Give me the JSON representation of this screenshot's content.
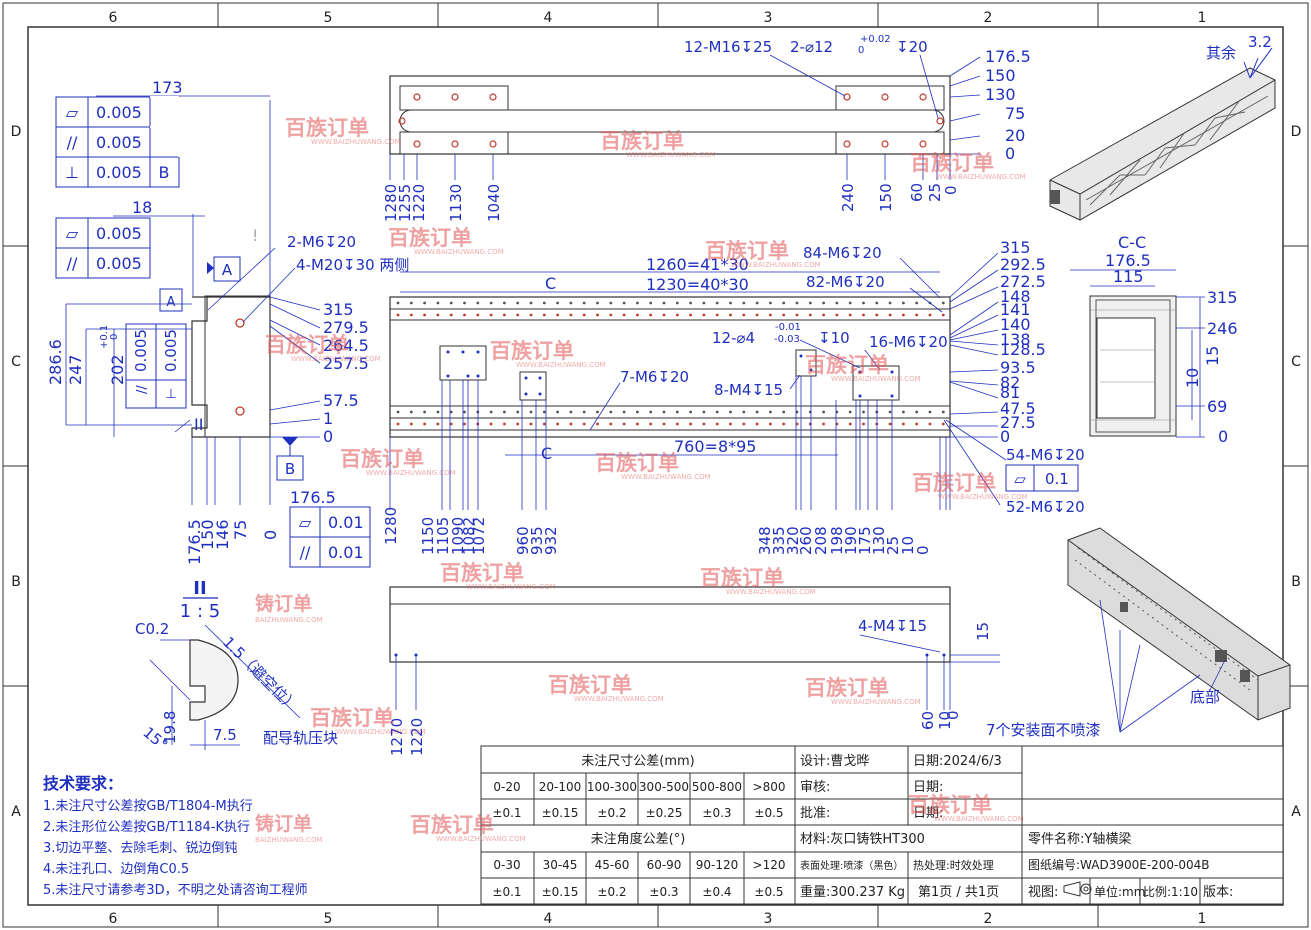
{
  "zones": {
    "top": [
      "6",
      "5",
      "4",
      "3",
      "2",
      "1"
    ],
    "side": [
      "D",
      "C",
      "B",
      "A"
    ]
  },
  "watermark": {
    "brand": "百族订单",
    "url": "WWW.BAIZHUWANG.COM",
    "partial": "铸订单",
    "site": "BAIZHUWANG.COM"
  },
  "top_view": {
    "callouts": [
      "12-M16↧25",
      "2-⌀12",
      "+0.02",
      "0",
      "↧20"
    ],
    "right_dims": [
      "176.5",
      "150",
      "130",
      "75",
      "20",
      "0"
    ],
    "bottom_dims": [
      "1280",
      "1255",
      "1220",
      "1130",
      "1040",
      "240",
      "150",
      "60",
      "25",
      "0"
    ]
  },
  "left_view": {
    "gdt1": [
      {
        "sym": "▱",
        "val": "0.005",
        "ref": ""
      },
      {
        "sym": "//",
        "val": "0.005",
        "ref": ""
      },
      {
        "sym": "⊥",
        "val": "0.005",
        "ref": "B"
      }
    ],
    "gdt2": [
      {
        "sym": "▱",
        "val": "0.005"
      },
      {
        "sym": "//",
        "val": "0.005"
      }
    ],
    "gdt3": [
      {
        "sym": "▱",
        "val": "0.01"
      },
      {
        "sym": "//",
        "val": "0.01"
      }
    ],
    "gdt_vertical": [
      "0.005",
      "0.005"
    ],
    "dim_173": "173",
    "dim_18": "18",
    "dim_176": "176.5",
    "callouts": [
      "2-M6↧20",
      "4-M20↧30 两侧"
    ],
    "datum_a": "A",
    "datum_b": "B",
    "mark_ii": "II",
    "left_dims": [
      "286.6",
      "247",
      "202",
      "+0.1",
      "0"
    ],
    "right_dims": [
      "315",
      "279.5",
      "264.5",
      "257.5",
      "57.5",
      "1",
      "0"
    ],
    "bottom_dims": [
      "176.5",
      "150",
      "146",
      "75",
      "0"
    ],
    "excl": "!"
  },
  "front_view": {
    "callouts": [
      "1260=41*30",
      "1230=40*30",
      "84-M6↧20",
      "82-M6↧20",
      "12-⌀4",
      "-0.01",
      "-0.03",
      "↧10",
      "16-M6↧20",
      "7-M6↧20",
      "8-M4↧15",
      "760=8*95",
      "54-M6↧20",
      "52-M6↧20"
    ],
    "section_mark": "C",
    "flatness": {
      "sym": "▱",
      "val": "0.1"
    },
    "right_dims": [
      "315",
      "292.5",
      "272.5",
      "148",
      "141",
      "140",
      "138",
      "128.5",
      "93.5",
      "82",
      "81",
      "47.5",
      "27.5",
      "0"
    ],
    "bottom_dims": [
      "1280",
      "1150",
      "1105",
      "1090",
      "1082",
      "1072",
      "960",
      "935",
      "932",
      "348",
      "335",
      "320",
      "260",
      "208",
      "198",
      "190",
      "175",
      "130",
      "25",
      "10",
      "0"
    ]
  },
  "bottom_view": {
    "callout": "4-M4↧15",
    "dim": "15",
    "bottom_dims": [
      "1270",
      "1220",
      "60",
      "10",
      "0"
    ]
  },
  "section_cc": {
    "title": "C-C",
    "dims_top": [
      "176.5",
      "115"
    ],
    "right_dims": [
      "315",
      "246",
      "15",
      "10",
      "69",
      "0"
    ]
  },
  "detail": {
    "mark": "II",
    "scale": "1 : 5",
    "labels": [
      "C0.2",
      "1.5（避空位）",
      "15°",
      "19.8",
      "7.5",
      "配导轨压块"
    ]
  },
  "iso": {
    "rest": "其余",
    "roughness": "3.2",
    "bottom": "底部",
    "note": "7个安装面不喷漆"
  },
  "tech_req": {
    "title": "技术要求：",
    "items": [
      "1.未注尺寸公差按GB/T1804-M执行",
      "2.未注形位公差按GB/T1184-K执行",
      "3.切边平整、去除毛刺、锐边倒钝",
      "4.未注孔口、边倒角C0.5",
      "5.未注尺寸请参考3D，不明之处请咨询工程师"
    ]
  },
  "title_block": {
    "lin_title": "未注尺寸公差(mm)",
    "lin_ranges": [
      "0-20",
      "20-100",
      "100-300",
      "300-500",
      "500-800",
      ">800"
    ],
    "lin_tol": [
      "±0.1",
      "±0.15",
      "±0.2",
      "±0.25",
      "±0.3",
      "±0.5"
    ],
    "ang_title": "未注角度公差(°)",
    "ang_ranges": [
      "0-30",
      "30-45",
      "45-60",
      "60-90",
      "90-120",
      ">120"
    ],
    "ang_tol": [
      "±0.1",
      "±0.15",
      "±0.2",
      "±0.3",
      "±0.4",
      "±0.5"
    ],
    "design": "设计:曹戈晔",
    "date1": "日期:2024/6/3",
    "review": "审核:",
    "date2": "日期:",
    "approve": "批准:",
    "date3": "日期:",
    "material": "材料:灰口铸铁HT300",
    "part_name": "零件名称:Y轴横梁",
    "surface": "表面处理:喷漆（黑色）",
    "heat": "热处理:时效处理",
    "drawing_no": "图纸编号:WAD3900E-200-004B",
    "weight": "重量:300.237 Kg",
    "page": "第1页 / 共1页",
    "view": "视图:",
    "unit": "单位:mm",
    "scale": "比例:1:10",
    "version": "版本:"
  }
}
